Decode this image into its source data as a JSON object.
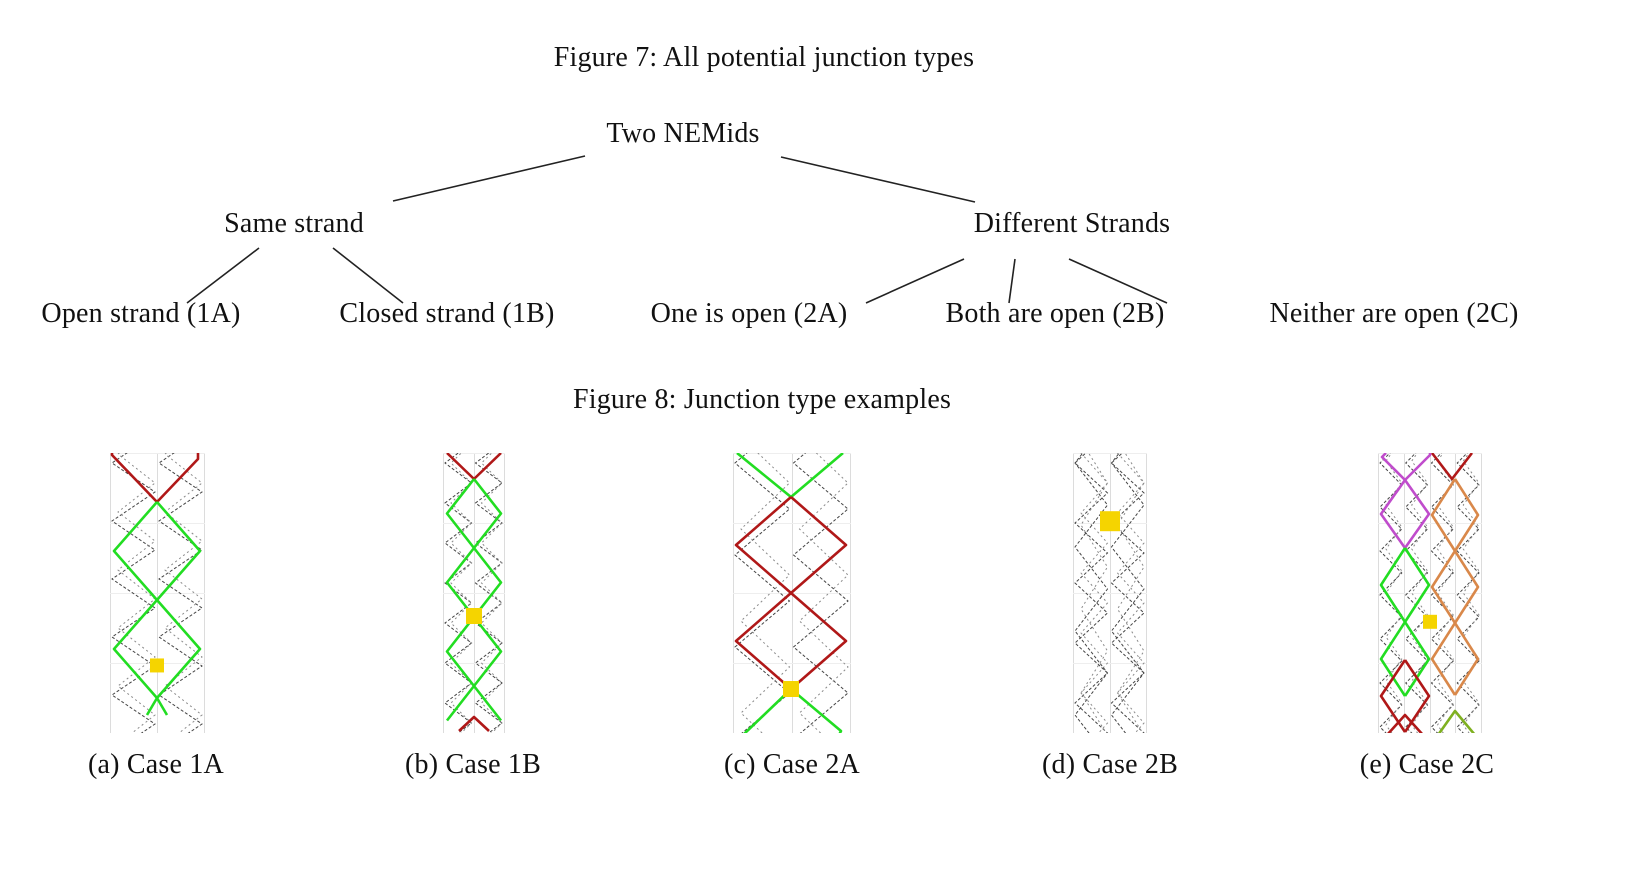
{
  "figure7": {
    "caption": "Figure 7: All potential junction types",
    "root": "Two NEMids",
    "branches": [
      {
        "label": "Same strand",
        "leaves": [
          "Open strand (1A)",
          "Closed strand (1B)"
        ]
      },
      {
        "label": "Different Strands",
        "leaves": [
          "One is open (2A)",
          "Both are open (2B)",
          "Neither are open (2C)"
        ]
      }
    ]
  },
  "figure8": {
    "caption": "Figure 8: Junction type examples",
    "panels": [
      {
        "caption": "(a) Case 1A",
        "helices": 2,
        "strand_colors": {
          "top": "#b01818",
          "main": "#22dd22"
        },
        "junction_position": 0.72
      },
      {
        "caption": "(b) Case 1B",
        "helices": 2,
        "strand_colors": {
          "top": "#b01818",
          "main": "#22dd22"
        },
        "junction_position": 0.5
      },
      {
        "caption": "(c) Case 2A",
        "helices": 2,
        "strand_colors": {
          "top": "#22dd22",
          "main": "#b01818"
        },
        "junction_position": 0.84
      },
      {
        "caption": "(d) Case 2B",
        "helices": 2,
        "strand_colors": {},
        "junction_position": 0.24
      },
      {
        "caption": "(e) Case 2C",
        "helices": 4,
        "strand_colors": {
          "a": "#c04ccc",
          "b": "#22dd22",
          "c": "#b01818",
          "d": "#d9884a",
          "e": "#7fb020"
        },
        "junction_position": 0.61
      }
    ],
    "colors": {
      "junction_highlight": "#f5d400",
      "grid": "#dcdcdc",
      "backbone_dark": "#444444",
      "backbone_light": "#8a8a8a"
    }
  }
}
